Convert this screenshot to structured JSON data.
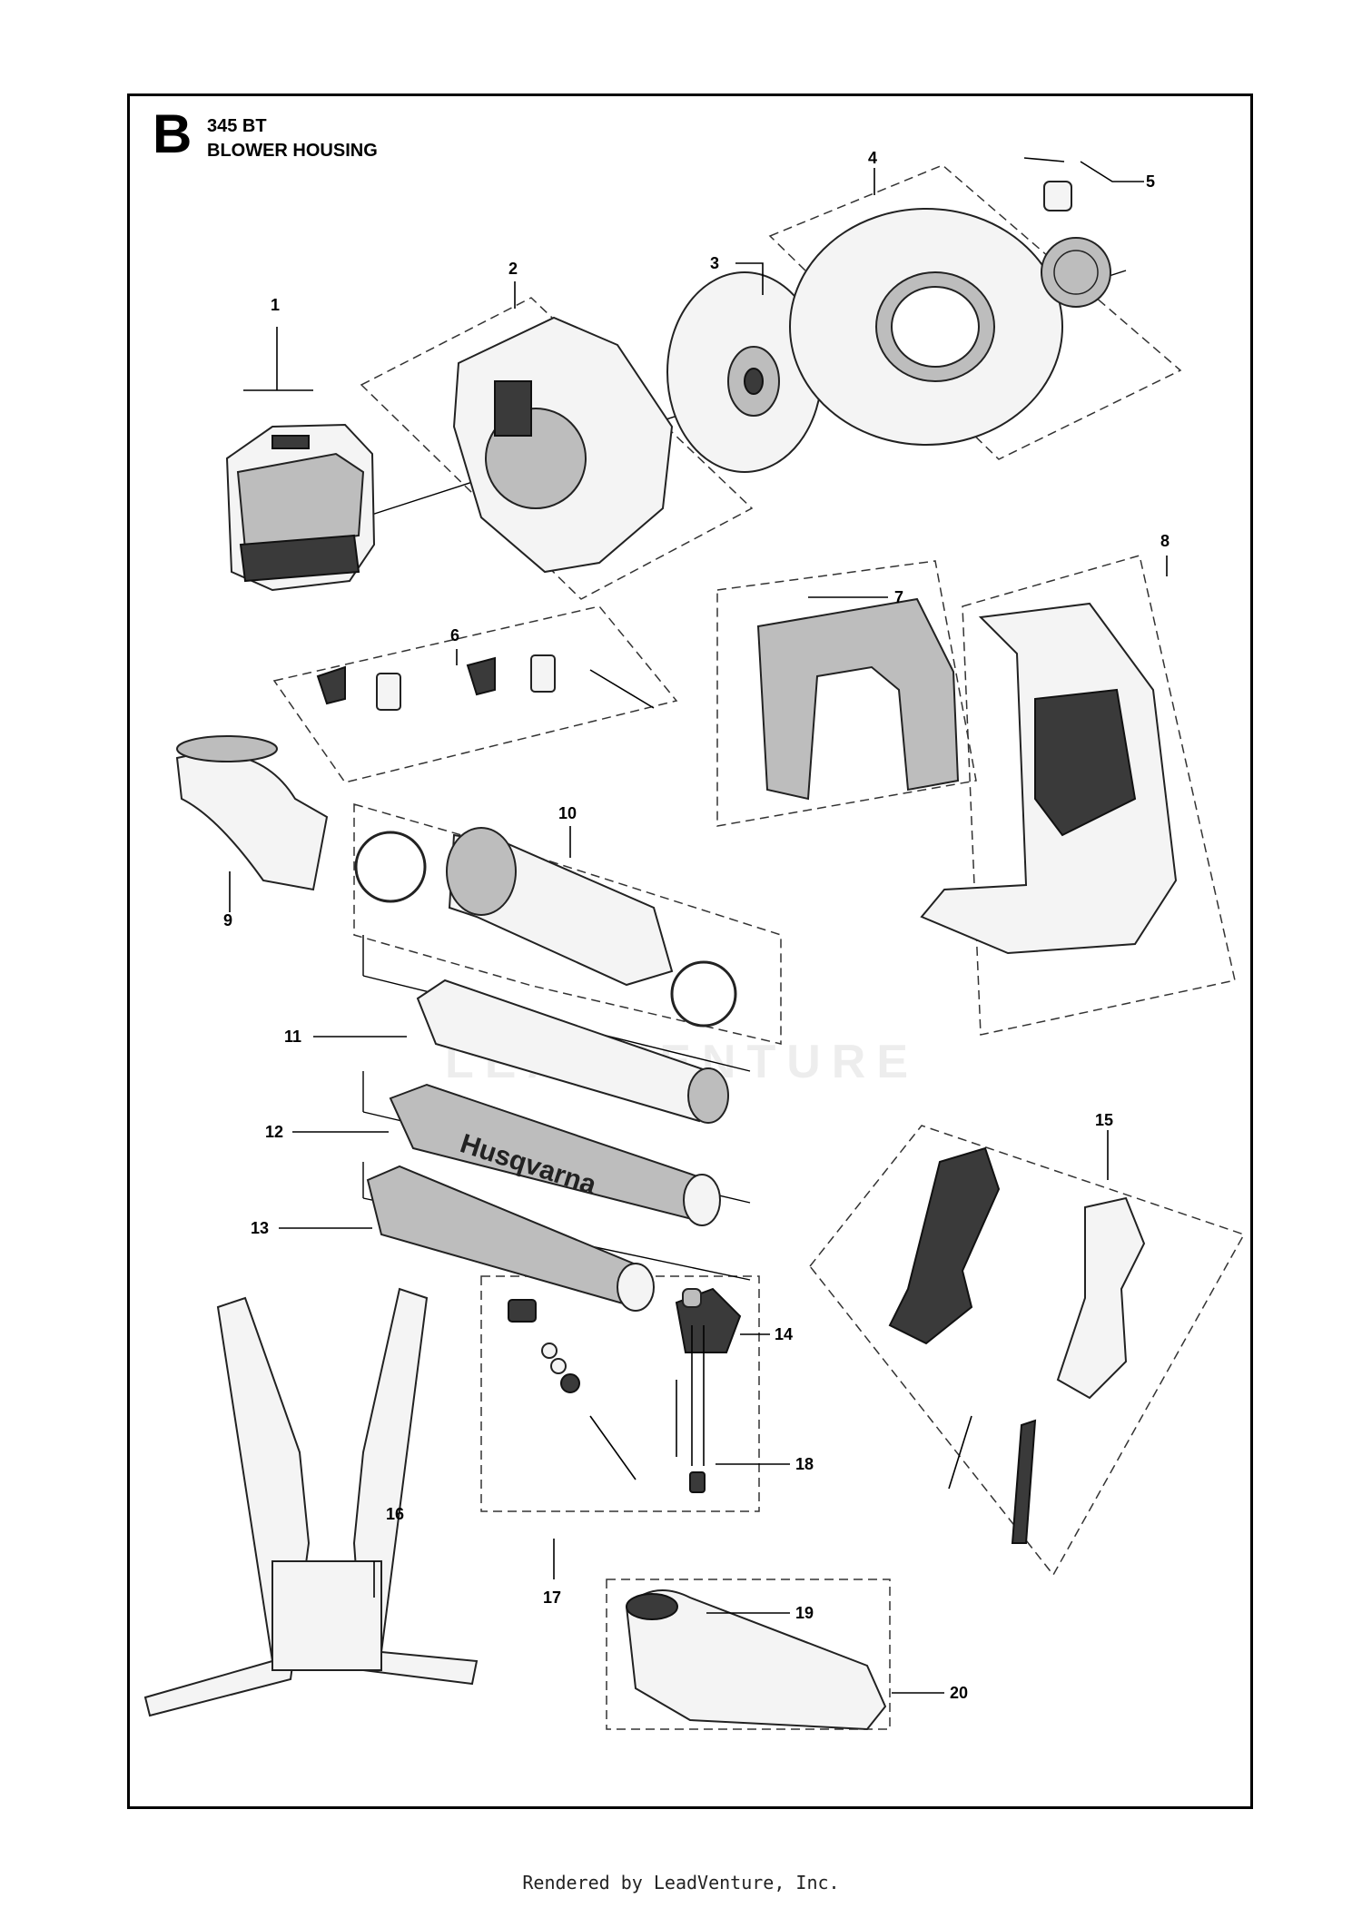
{
  "header": {
    "section_letter": "B",
    "model": "345 BT",
    "title": "BLOWER HOUSING"
  },
  "callouts": [
    "1",
    "2",
    "3",
    "4",
    "5",
    "6",
    "7",
    "8",
    "9",
    "10",
    "11",
    "12",
    "13",
    "14",
    "15",
    "16",
    "17",
    "18",
    "19",
    "20"
  ],
  "brand_label": "Husqvarna",
  "watermark": "LEADVENTURE",
  "footer": "Rendered by LeadVenture, Inc."
}
